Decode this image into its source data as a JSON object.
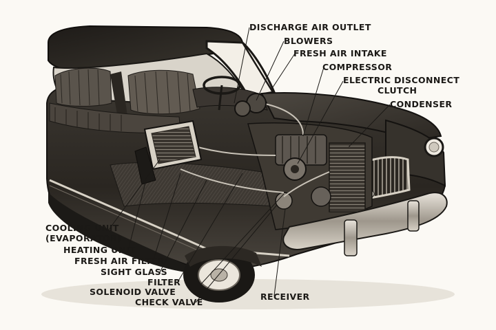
{
  "labels": {
    "discharge_air_outlet": "DISCHARGE AIR OUTLET",
    "blowers": "BLOWERS",
    "fresh_air_intake": "FRESH AIR INTAKE",
    "compressor": "COMPRESSOR",
    "electric_disconnect": "ELECTRIC DISCONNECT",
    "clutch": "CLUTCH",
    "condenser": "CONDENSER",
    "cooling_unit": "COOLING UNIT",
    "evaporator": "(EVAPORATOR)",
    "heating_unit": "HEATING UNIT",
    "fresh_air_filter": "FRESH AIR FILTER",
    "sight_glass": "SIGHT GLASS",
    "filter": "FILTER",
    "solenoid_valve": "SOLENOID VALVE",
    "check_valve": "CHECK VALVE",
    "receiver": "RECEIVER"
  },
  "colors": {
    "ink": "#1b1916",
    "paper": "#fbf9f4",
    "body_dark": "#2e2a25",
    "body_mid": "#55504a",
    "chrome": "#c9c3b8"
  }
}
